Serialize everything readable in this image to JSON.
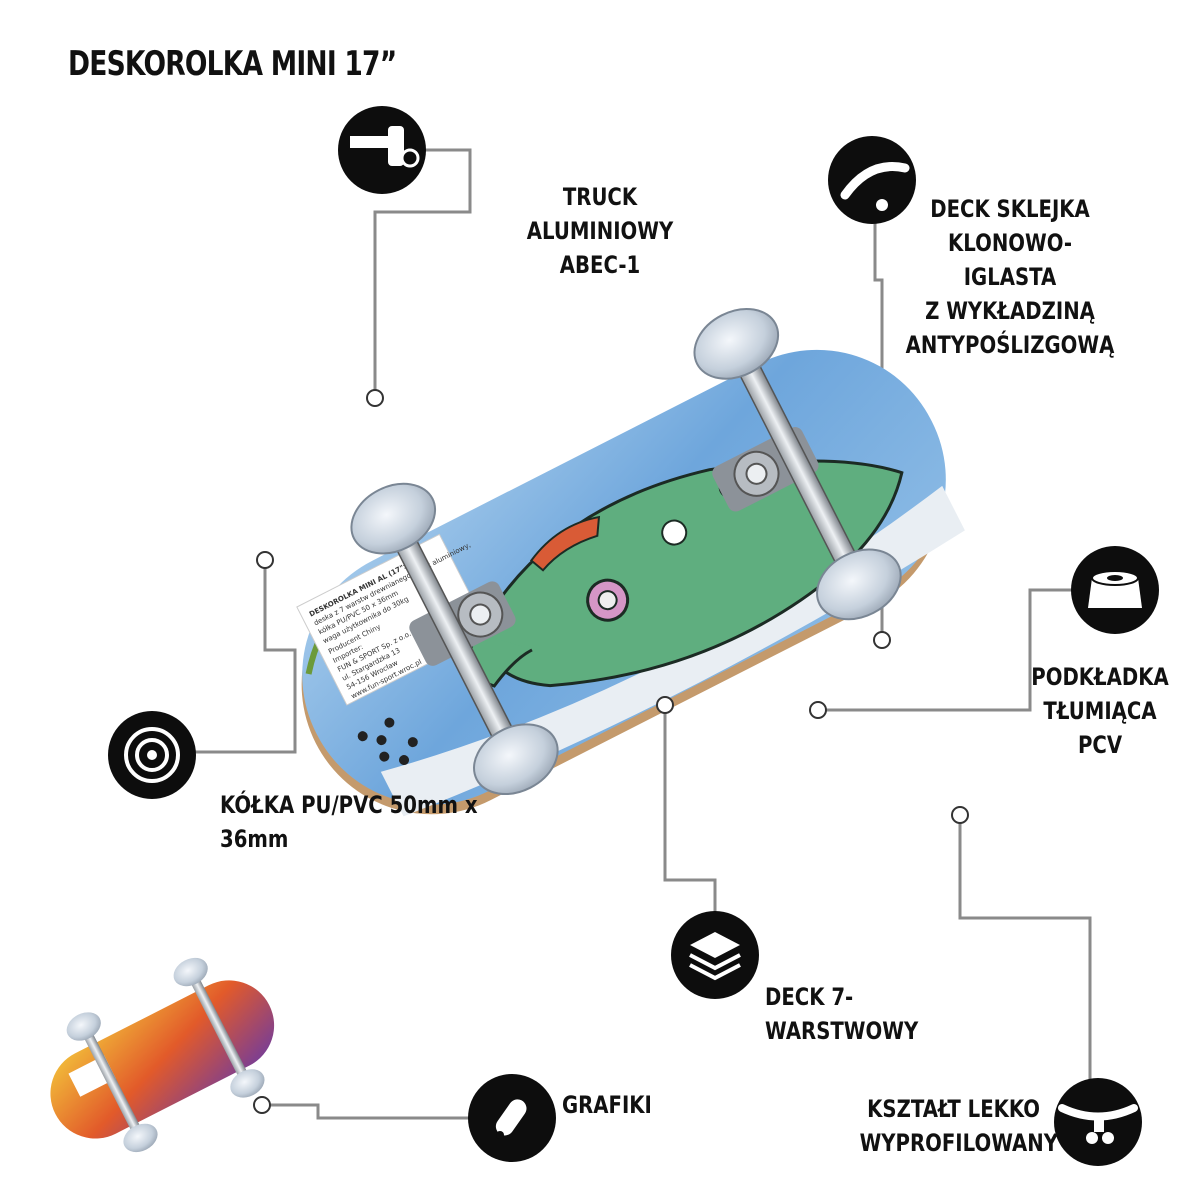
{
  "title": "DESKOROLKA MINI 17”",
  "features": {
    "truck": {
      "lines": [
        "TRUCK ALUMINIOWY",
        "ABEC-1"
      ],
      "icon": "truck-icon"
    },
    "deck_material": {
      "lines": [
        "DECK SKLEJKA",
        "KLONOWO-IGLASTA",
        "Z WYKŁADZINĄ",
        "ANTYPOŚLIZGOWĄ"
      ],
      "icon": "deck-grip-icon"
    },
    "bushing": {
      "lines": [
        "PODKŁADKA",
        "TŁUMIĄCA",
        "PCV"
      ],
      "icon": "bushing-icon"
    },
    "wheels": {
      "lines": [
        "KÓŁKA PU/PVC 50mm x 36mm"
      ],
      "icon": "wheel-icon"
    },
    "layers": {
      "lines": [
        "DECK 7-WARSTWOWY"
      ],
      "icon": "layers-icon"
    },
    "graphics": {
      "lines": [
        "GRAFIKI"
      ],
      "icon": "skateboard-icon"
    },
    "shape": {
      "lines": [
        "KSZTAŁT LEKKO",
        "WYPROFILOWANY"
      ],
      "icon": "board-profile-icon"
    }
  },
  "product_sticker": {
    "lines": [
      "DESKOROLKA MINI AL (17\"x 5\")",
      "deska z 7 warstw drewnianego, truck aluminiowy,",
      "kółka PU/PVC 50 x 36mm",
      "waga użytkownika do 30kg",
      "Producent Chiny",
      "Importer:",
      "FUN & SPORT Sp. z o.o.",
      "ul. Stargardzka 13",
      "54-156 Wrocław",
      "www.fun-sport.wroc.pl"
    ]
  },
  "colors": {
    "text": "#111111",
    "icon_bg": "#0d0d0d",
    "leader": "#8a8a8a",
    "deck_sky": "#7fb2e0",
    "fish_green": "#5fae7f",
    "wheel": "#cdd6e0"
  }
}
